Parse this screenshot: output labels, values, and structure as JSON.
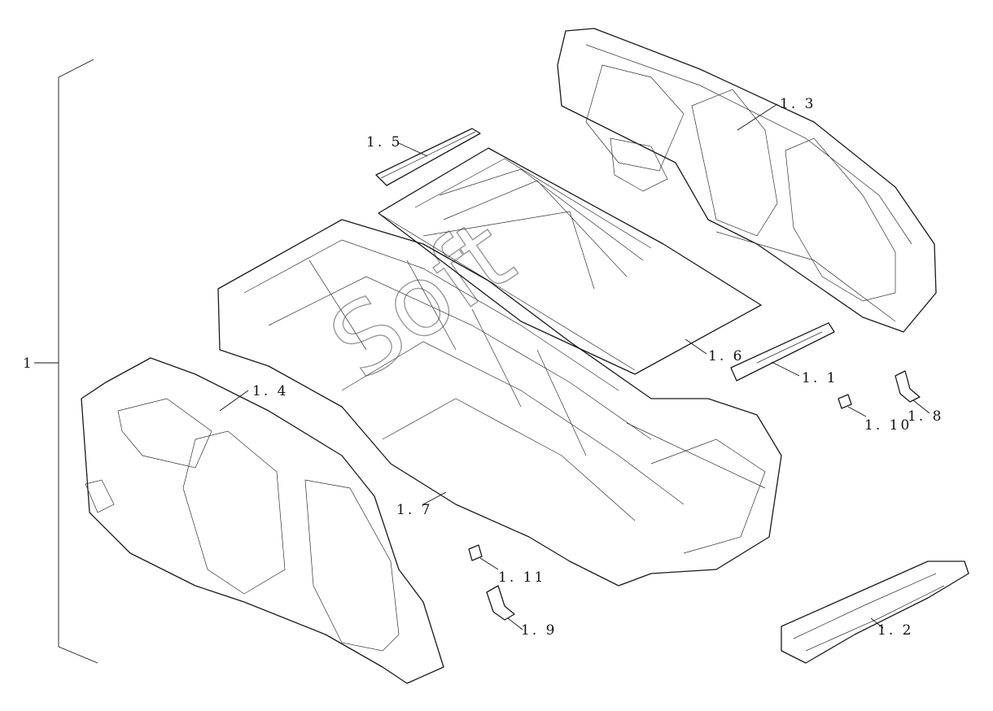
{
  "callouts": {
    "c1": "1",
    "c1_1": "1. 1",
    "c1_2": "1. 2",
    "c1_3": "1. 3",
    "c1_4": "1. 4",
    "c1_5": "1. 5",
    "c1_6": "1. 6",
    "c1_7": "1. 7",
    "c1_8": "1. 8",
    "c1_9": "1. 9",
    "c1_10": "1. 10",
    "c1_11": "1. 11"
  },
  "watermark": "Soft"
}
